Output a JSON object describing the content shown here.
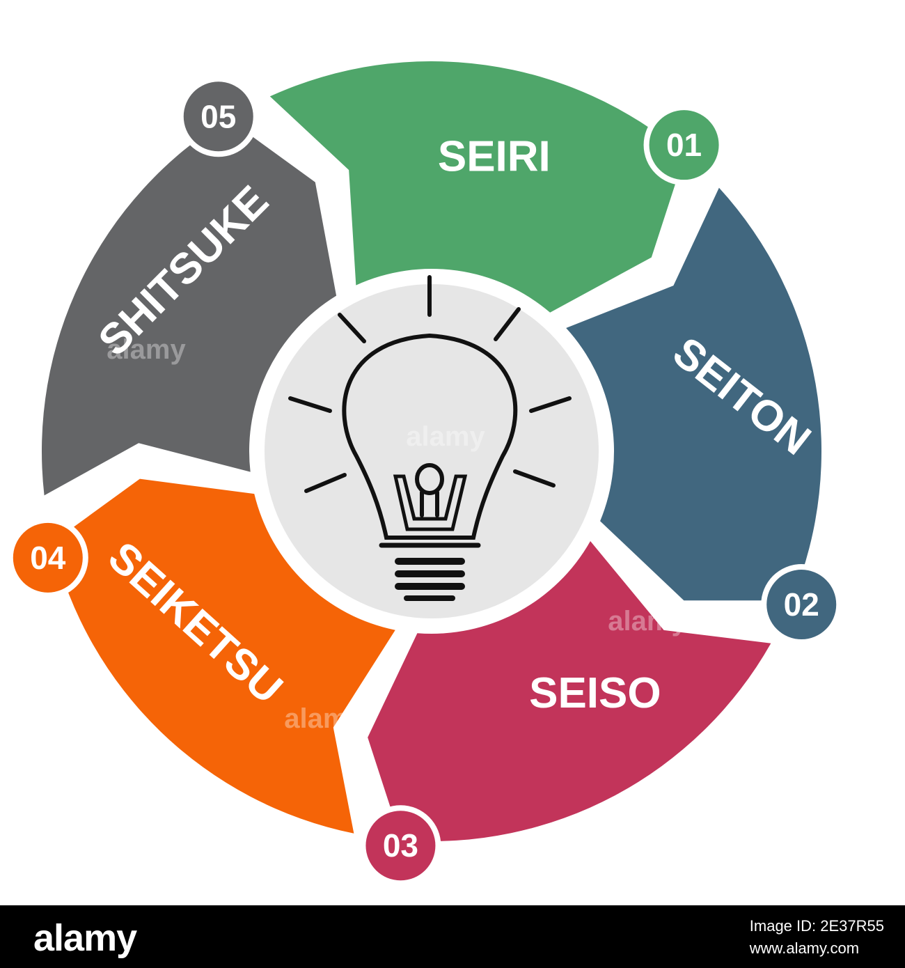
{
  "segments": [
    {
      "label": "SEIRI",
      "number": "01",
      "color": "#4fa66a"
    },
    {
      "label": "SEITON",
      "number": "02",
      "color": "#41677f"
    },
    {
      "label": "SEISO",
      "number": "03",
      "color": "#c2345a"
    },
    {
      "label": "SEIKETSU",
      "number": "04",
      "color": "#f56407"
    },
    {
      "label": "SHITSUKE",
      "number": "05",
      "color": "#646567"
    }
  ],
  "center": {
    "icon": "lightbulb-icon",
    "fill": "#e6e6e6"
  },
  "watermark": "alamy",
  "footer": {
    "brand": "alamy",
    "image_id_line": "Image ID: 2E37R55",
    "url": "www.alamy.com"
  }
}
